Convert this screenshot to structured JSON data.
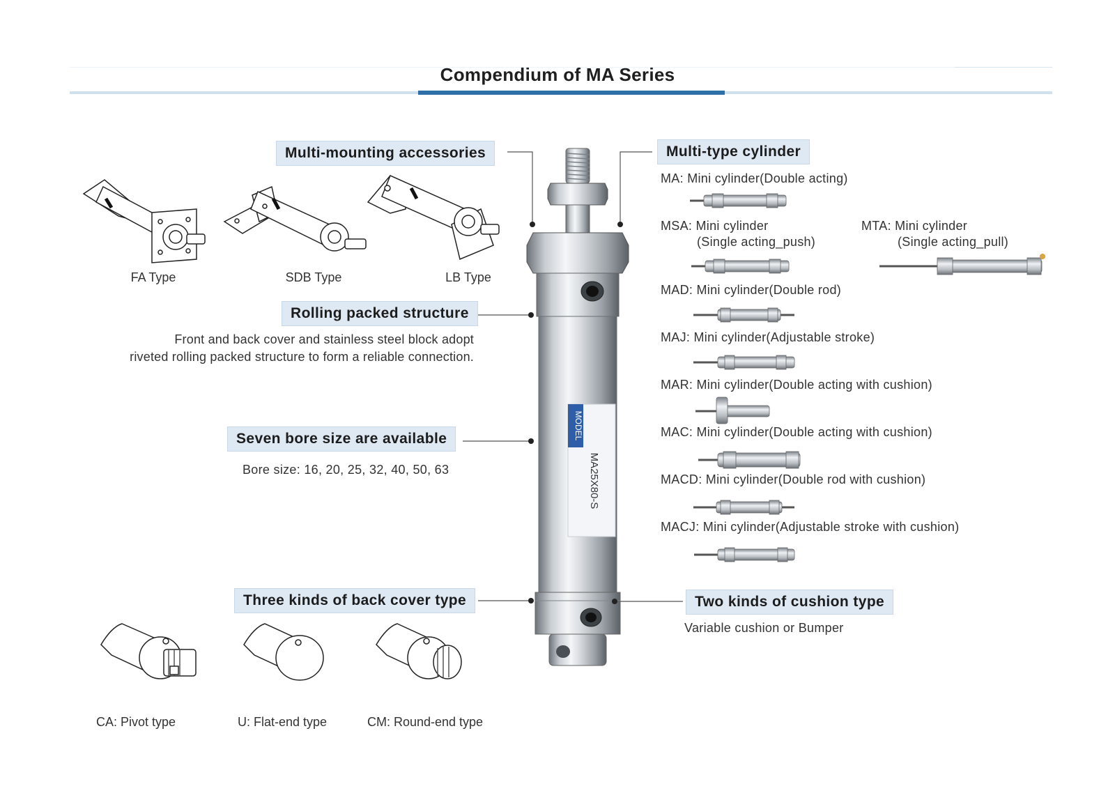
{
  "title": "Compendium of MA Series",
  "colors": {
    "accent": "#2f6fa8",
    "label_bg": "#dfe9f3",
    "header_line": "#cfe0ee"
  },
  "mounting": {
    "heading": "Multi-mounting accessories",
    "types": [
      "FA Type",
      "SDB Type",
      "LB Type"
    ]
  },
  "rolling": {
    "heading": "Rolling packed structure",
    "desc_line1": "Front and back cover and stainless steel block adopt",
    "desc_line2": "riveted rolling packed structure to form a reliable connection."
  },
  "bore": {
    "heading": "Seven bore size are available",
    "desc": "Bore size: 16, 20, 25, 32, 40, 50, 63"
  },
  "backcover": {
    "heading": "Three kinds of back cover type",
    "types": [
      "CA: Pivot type",
      "U: Flat-end type",
      "CM: Round-end type"
    ]
  },
  "multitype": {
    "heading": "Multi-type cylinder",
    "ma": "MA: Mini cylinder(Double acting)",
    "msa_line1": "MSA: Mini cylinder",
    "msa_line2": "(Single acting_push)",
    "mta_line1": "MTA: Mini cylinder",
    "mta_line2": "(Single acting_pull)",
    "mad": "MAD: Mini cylinder(Double rod)",
    "maj": "MAJ: Mini cylinder(Adjustable stroke)",
    "mar": "MAR: Mini cylinder(Double acting with cushion)",
    "mac": "MAC: Mini cylinder(Double acting with cushion)",
    "macd": "MACD: Mini cylinder(Double rod with cushion)",
    "macj": "MACJ: Mini cylinder(Adjustable stroke with cushion)"
  },
  "cushion": {
    "heading": "Two kinds of cushion type",
    "desc": "Variable cushion or Bumper"
  },
  "product": {
    "label_brand": "MODEL",
    "label_model": "MA25X80-S"
  }
}
